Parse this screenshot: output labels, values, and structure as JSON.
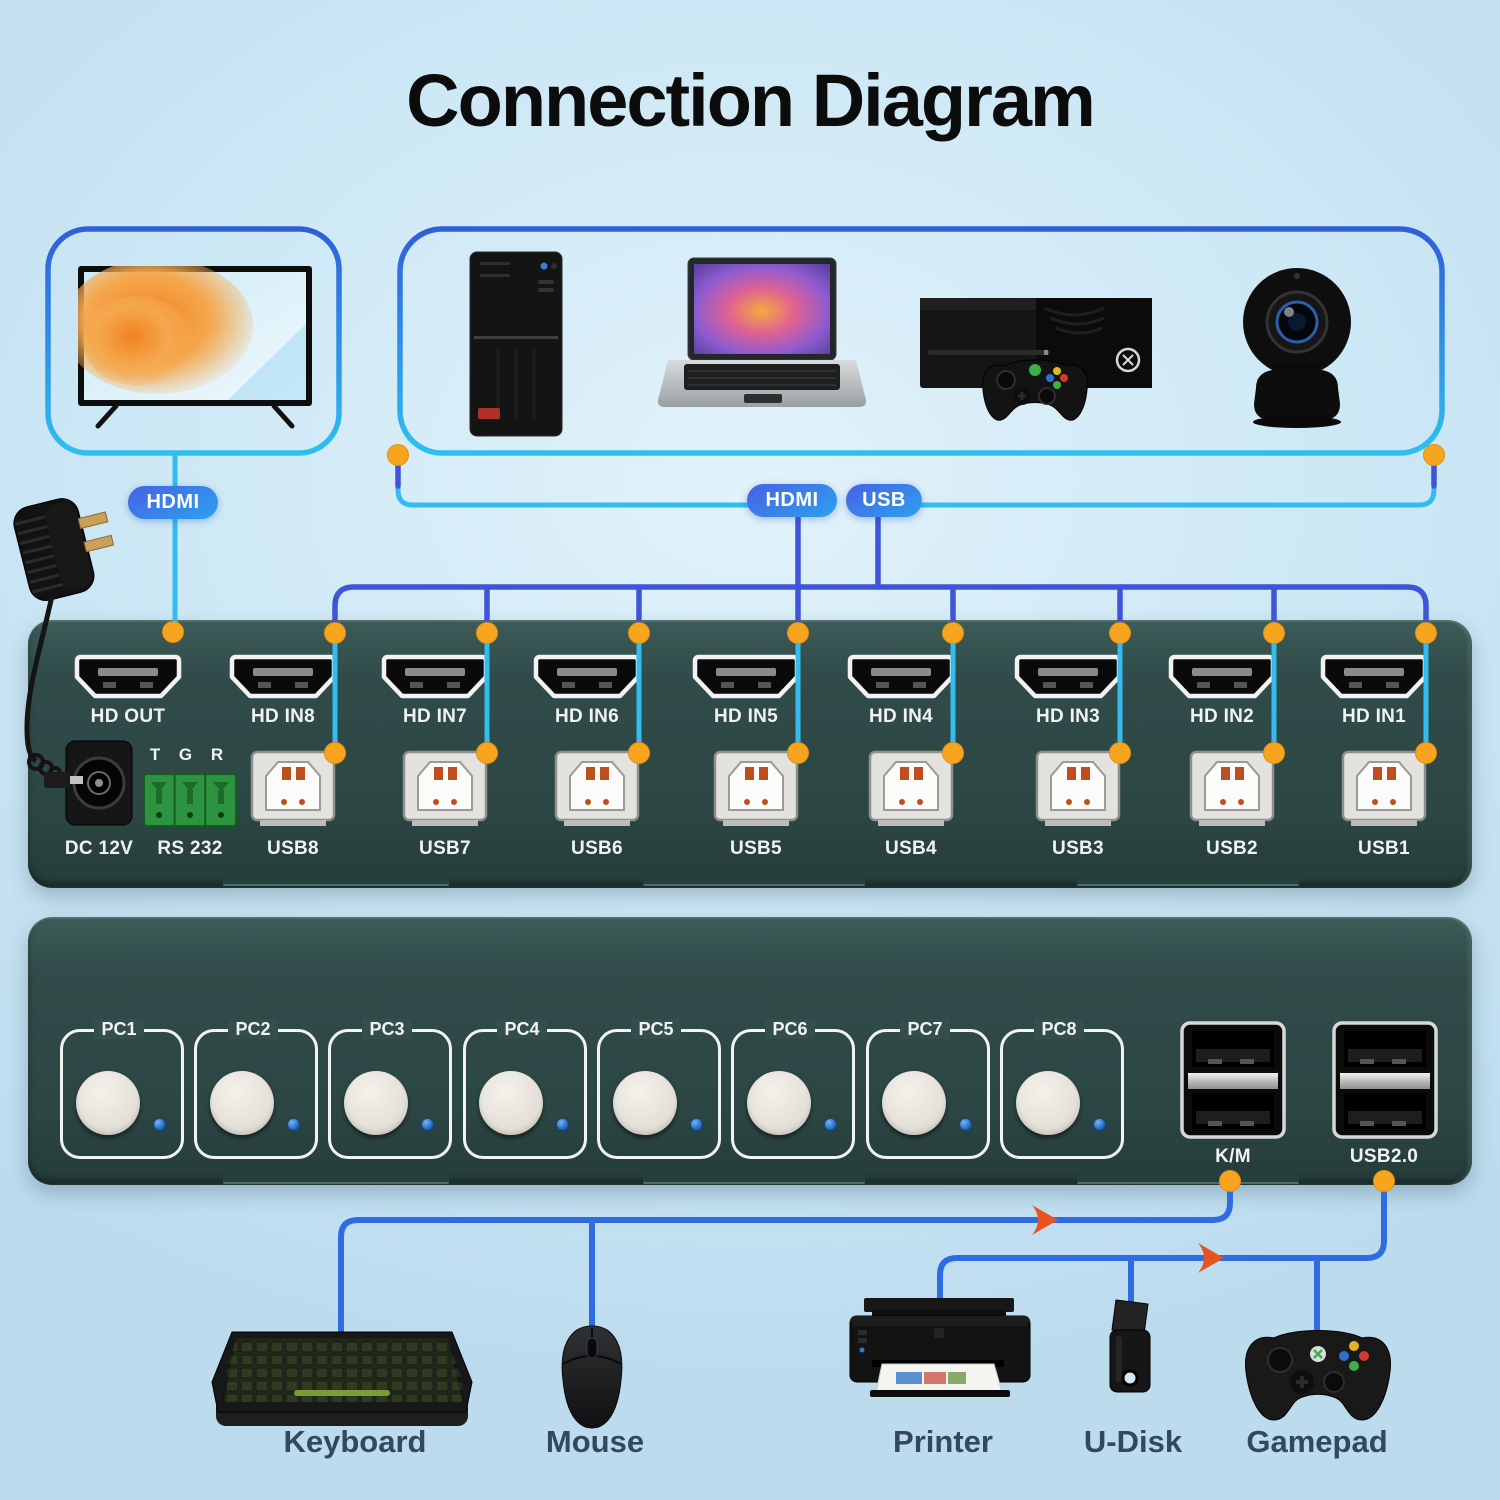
{
  "title": "Connection Diagram",
  "pills": {
    "tv_hdmi": "HDMI",
    "source_hdmi": "HDMI",
    "source_usb": "USB"
  },
  "rear_panel": {
    "hdmi_ports": [
      "HD OUT",
      "HD IN8",
      "HD IN7",
      "HD IN6",
      "HD IN5",
      "HD IN4",
      "HD IN3",
      "HD IN2",
      "HD IN1"
    ],
    "power_label": "DC 12V",
    "serial_label": "RS 232",
    "serial_pins": "T G R",
    "usb_ports": [
      "USB8",
      "USB7",
      "USB6",
      "USB5",
      "USB4",
      "USB3",
      "USB2",
      "USB1"
    ]
  },
  "front_panel": {
    "pc_buttons": [
      "PC1",
      "PC2",
      "PC3",
      "PC4",
      "PC5",
      "PC6",
      "PC7",
      "PC8"
    ],
    "km_port_label": "K/M",
    "usb20_port_label": "USB2.0"
  },
  "peripherals": {
    "labels": [
      "Keyboard",
      "Mouse",
      "Printer",
      "U-Disk",
      "Gamepad"
    ]
  },
  "icons": {
    "output_device": "tv",
    "source_devices": [
      "desktop-pc",
      "laptop",
      "game-console",
      "ptz-camera"
    ],
    "peripheral_devices": [
      "keyboard",
      "mouse",
      "printer",
      "u-disk",
      "gamepad"
    ],
    "power": "power-adapter"
  },
  "colors": {
    "background": "#cfe9f6",
    "panel": "#314b49",
    "line_blue": "#3e55d8",
    "line_cyan": "#33bdee",
    "bottom_line_blue": "#2f6ce2",
    "connector_dot": "#f7a41e",
    "arrow": "#e8541f",
    "pill_start": "#4468e6",
    "pill_end": "#2e9eed",
    "label_text": "#33485d",
    "led": "#1a63c6",
    "serial_block": "#2e9340",
    "usb_contact": "#bd4f1e"
  }
}
